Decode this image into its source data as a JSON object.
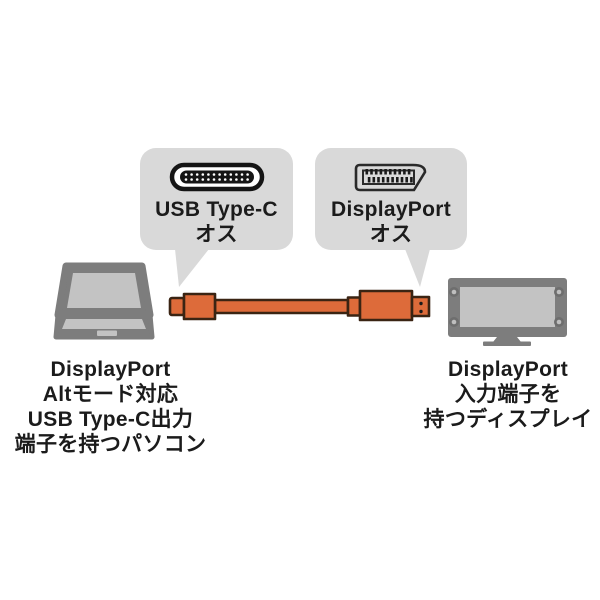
{
  "callouts": [
    {
      "id": "usb-type-c",
      "icon": "usb-type-c-connector-icon",
      "label_line1": "USB Type-C",
      "label_line2": "オス"
    },
    {
      "id": "displayport",
      "icon": "displayport-connector-icon",
      "label_line1": "DisplayPort",
      "label_line2": "オス"
    }
  ],
  "captions": {
    "left": {
      "lines": [
        "DisplayPort",
        "Altモード対応",
        "USB Type-C出力",
        "端子を持つパソコン"
      ]
    },
    "right": {
      "lines": [
        "DisplayPort",
        "入力端子を",
        "持つディスプレイ"
      ]
    }
  },
  "illustrations": {
    "cable": "usb-c-to-displayport-cable",
    "left_device": "laptop",
    "right_device": "display-monitor"
  },
  "colors": {
    "background": "#ffffff",
    "callout_bg": "#d9d9d9",
    "device_gray": "#7d7d7d",
    "screen_gray": "#c3c3c3",
    "cable_orange": "#dd6b3a",
    "cable_outline": "#3a2413",
    "text": "#1b1b1b"
  }
}
